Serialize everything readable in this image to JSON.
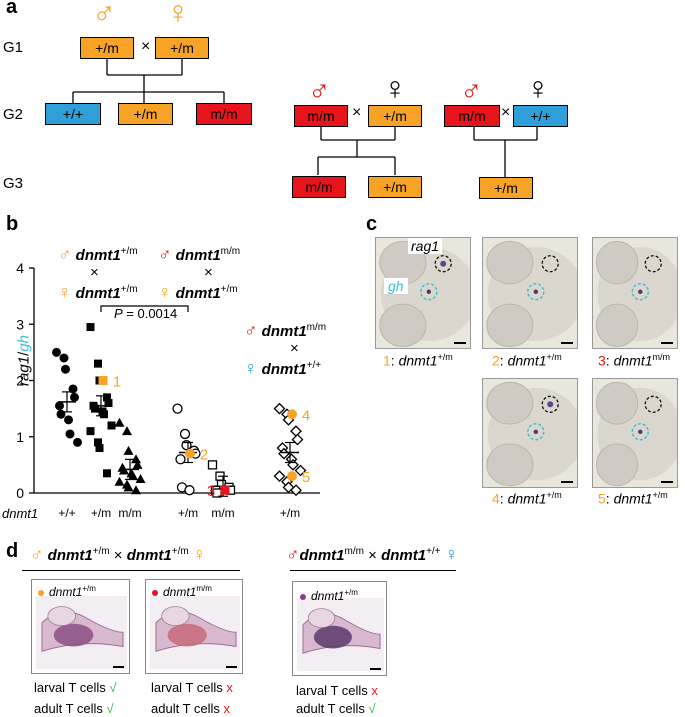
{
  "panels": {
    "a": "a",
    "b": "b",
    "c": "c",
    "d": "d"
  },
  "panel_a": {
    "male_symbol": "♂",
    "female_symbol": "♀",
    "cross": "×",
    "generations": [
      "G1",
      "G2",
      "G3"
    ],
    "g1_boxes": [
      "+/m",
      "+/m"
    ],
    "g2_left_boxes": [
      "+/+",
      "+/m",
      "m/m"
    ],
    "cross2_parents": [
      "m/m",
      "+/m"
    ],
    "cross2_offspring": [
      "m/m",
      "+/m"
    ],
    "cross3_parents": [
      "m/m",
      "+/+"
    ],
    "cross3_offspring": [
      "+/m"
    ]
  },
  "panel_b": {
    "ylabel_a": "rag1",
    "ylabel_sep": "/",
    "ylabel_b": "gh",
    "yticks": [
      "0",
      "1",
      "2",
      "3",
      "4"
    ],
    "row_label": "dnmt1",
    "xticks": [
      "+/+",
      "+/m",
      "m/m",
      "+/m",
      "m/m",
      "+/m"
    ],
    "pvalue_p": "P",
    "pvalue_rest": " = 0.0014",
    "legend1_male": "dnmt1",
    "legend1_male_sup": "+/m",
    "legend1_female": "dnmt1",
    "legend1_female_sup": "+/m",
    "legend2_male": "dnmt1",
    "legend2_male_sup": "m/m",
    "legend2_female": "dnmt1",
    "legend2_female_sup": "+/m",
    "legend3_male": "dnmt1",
    "legend3_male_sup": "m/m",
    "legend3_female": "dnmt1",
    "legend3_female_sup": "+/+",
    "cross": "×",
    "markers": [
      "1",
      "2",
      "3",
      "4",
      "5"
    ]
  },
  "chart_data": {
    "type": "scatter",
    "ylabel": "rag1/gh",
    "ylim": [
      0,
      4
    ],
    "categories": [
      "+/+",
      "+/m",
      "m/m",
      "+/m",
      "m/m",
      "+/m"
    ],
    "series": [
      {
        "values": [
          2.5,
          2.4,
          2.2,
          1.85,
          1.7,
          1.55,
          1.4,
          1.3,
          1.05,
          0.9
        ]
      },
      {
        "values": [
          2.95,
          2.3,
          2.0,
          1.7,
          1.6,
          1.55,
          1.5,
          1.45,
          1.4,
          1.2,
          1.1,
          0.9,
          0.8,
          0.35
        ]
      },
      {
        "values": [
          1.25,
          1.1,
          0.75,
          0.6,
          0.5,
          0.45,
          0.4,
          0.35,
          0.3,
          0.25,
          0.2,
          0.15,
          0.1,
          0.05
        ]
      },
      {
        "values": [
          1.5,
          1.05,
          0.85,
          0.75,
          0.7,
          0.6,
          0.1,
          0.05
        ]
      },
      {
        "values": [
          0.5,
          0.3,
          0.15,
          0.1,
          0.05,
          0.05,
          0.0
        ]
      },
      {
        "values": [
          1.5,
          1.4,
          1.3,
          1.1,
          0.95,
          0.8,
          0.7,
          0.6,
          0.5,
          0.4,
          0.3,
          0.2,
          0.1,
          0.05
        ]
      }
    ],
    "means": [
      1.62,
      1.55,
      0.42,
      0.72,
      0.12,
      0.72
    ]
  },
  "panel_c": {
    "probe1": "rag1",
    "probe2": "gh",
    "captions": [
      {
        "num": "1",
        "sep": ": ",
        "gene": "dnmt1",
        "sup": "+/m"
      },
      {
        "num": "2",
        "sep": ": ",
        "gene": "dnmt1",
        "sup": "+/m"
      },
      {
        "num": "3",
        "sep": ": ",
        "gene": "dnmt1",
        "sup": "m/m"
      },
      {
        "num": "4",
        "sep": ": ",
        "gene": "dnmt1",
        "sup": "+/m"
      },
      {
        "num": "5",
        "sep": ": ",
        "gene": "dnmt1",
        "sup": "+/m"
      }
    ]
  },
  "panel_d": {
    "cross1_male": "dnmt1",
    "cross1_male_sup": "+/m",
    "cross1_x": "×",
    "cross1_female": "dnmt1",
    "cross1_female_sup": "+/m",
    "cross2_male": "dnmt1",
    "cross2_male_sup": "m/m",
    "cross2_x": "×",
    "cross2_female": "dnmt1",
    "cross2_female_sup": "+/+",
    "frame_labels": [
      {
        "gene": "dnmt1",
        "sup": "+/m"
      },
      {
        "gene": "dnmt1",
        "sup": "m/m"
      },
      {
        "gene": "dnmt1",
        "sup": "+/m"
      }
    ],
    "larval": "larval T cells",
    "adult": "adult T cells",
    "check": "√",
    "cross_mark": "x"
  },
  "colors": {
    "orange": "#F7A328",
    "red": "#E8141B",
    "blue": "#2E9FD8",
    "cyan": "#3CC0D6",
    "purple": "#8E3D8E"
  }
}
